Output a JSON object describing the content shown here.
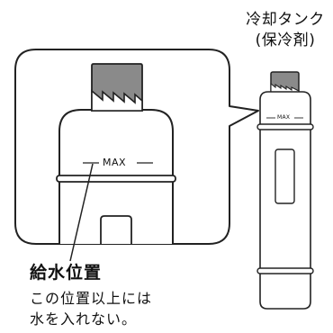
{
  "tank_title": {
    "line1": "冷却タンク",
    "line2": "(保冷剤)"
  },
  "zoom_view": {
    "max_label": "MAX"
  },
  "tank_view": {
    "max_label": "MAX"
  },
  "caption": {
    "heading": "給水位置",
    "line1": "この位置以上には",
    "line2": "水を入れない。"
  },
  "colors": {
    "outline": "#222222",
    "cap_fill": "#8a8a8a",
    "background": "#ffffff"
  }
}
